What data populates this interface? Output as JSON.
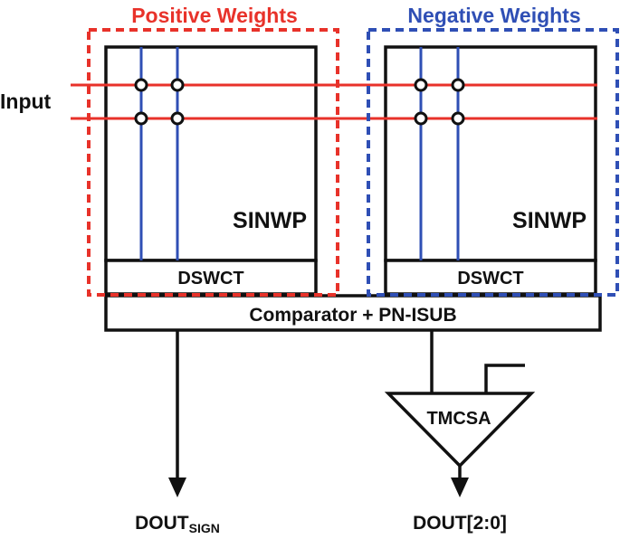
{
  "labels": {
    "positive_weights": "Positive Weights",
    "negative_weights": "Negative Weights",
    "input": "Input",
    "sinwp_left": "SINWP",
    "sinwp_right": "SINWP",
    "dswct_left": "DSWCT",
    "dswct_right": "DSWCT",
    "comparator": "Comparator + PN-ISUB",
    "tmcsa": "TMCSA",
    "dout_sign_main": "DOUT",
    "dout_sign_sub": "SIGN",
    "dout_bits": "DOUT[2:0]"
  },
  "colors": {
    "positive": "#e8322a",
    "negative": "#2f4fb5",
    "wire_red": "#e8322a",
    "wire_blue": "#2f4fb5",
    "line": "#111111",
    "text": "#111111"
  }
}
